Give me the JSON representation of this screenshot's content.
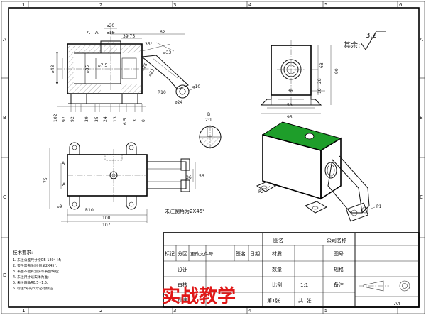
{
  "colors": {
    "line": "#111111",
    "part_face_green": "#1e9e2a",
    "banner_red": "#e01818"
  },
  "border": {
    "col_numbers": [
      "1",
      "2",
      "3",
      "4",
      "5",
      "6"
    ],
    "row_letters": [
      "A",
      "B",
      "C",
      "D"
    ]
  },
  "section_view": {
    "label": "A—A",
    "dims": [
      "⌀20",
      "⌀18",
      "39.75",
      "62",
      "35°",
      "⌀33",
      "⌀7.5",
      "⌀26",
      "⌀22",
      "⌀48",
      "⌀35",
      "⌀10",
      "⌀24",
      "R10"
    ],
    "bottom_dims": [
      "102",
      "97",
      "92",
      "39",
      "35",
      "24",
      "13",
      "6.5",
      "3",
      "0"
    ]
  },
  "roughness": {
    "label": "其余:",
    "value": "3.2"
  },
  "side_view": {
    "dims": [
      "68",
      "90",
      "28",
      "10",
      "36",
      "58",
      "95"
    ]
  },
  "detail_b": {
    "label": "B",
    "scale": "2:1"
  },
  "top_view": {
    "dims": [
      "75",
      "56",
      "36",
      "⌀9",
      "R10",
      "100",
      "107"
    ],
    "section_markers": [
      "A",
      "A"
    ],
    "note": "未注倒角为2X45°"
  },
  "iso_view": {
    "labels": [
      "P2",
      "P1"
    ]
  },
  "tech_notes": {
    "title": "技术要求:",
    "lines": [
      "1. 未注公差尺寸按GB-1804-M;",
      "2. 零件需去毛刺,倒角2X45°;",
      "3. 表面不能有划伤等表面缺陷;",
      "4. 未注尺寸以实体为准;",
      "5. 未注圆角R0.5~1.5;",
      "6. 标注*号的尺寸必须保证"
    ]
  },
  "title_block": {
    "header_row": [
      "标记",
      "分区",
      "更改文件号",
      "签名",
      "日期"
    ],
    "design": "设计",
    "review": "审核",
    "approve": "批准",
    "drawing_name": "图名",
    "company": "公司名称",
    "material": "材质",
    "drawing_no": "图号",
    "quantity": "数量",
    "spec": "规格",
    "scale": "比例",
    "scale_value": "1:1",
    "remarks": "备注",
    "sheet_no": "第1张",
    "sheet_total": "共1张",
    "paper_size": "A4"
  },
  "watermark": "实战教学"
}
